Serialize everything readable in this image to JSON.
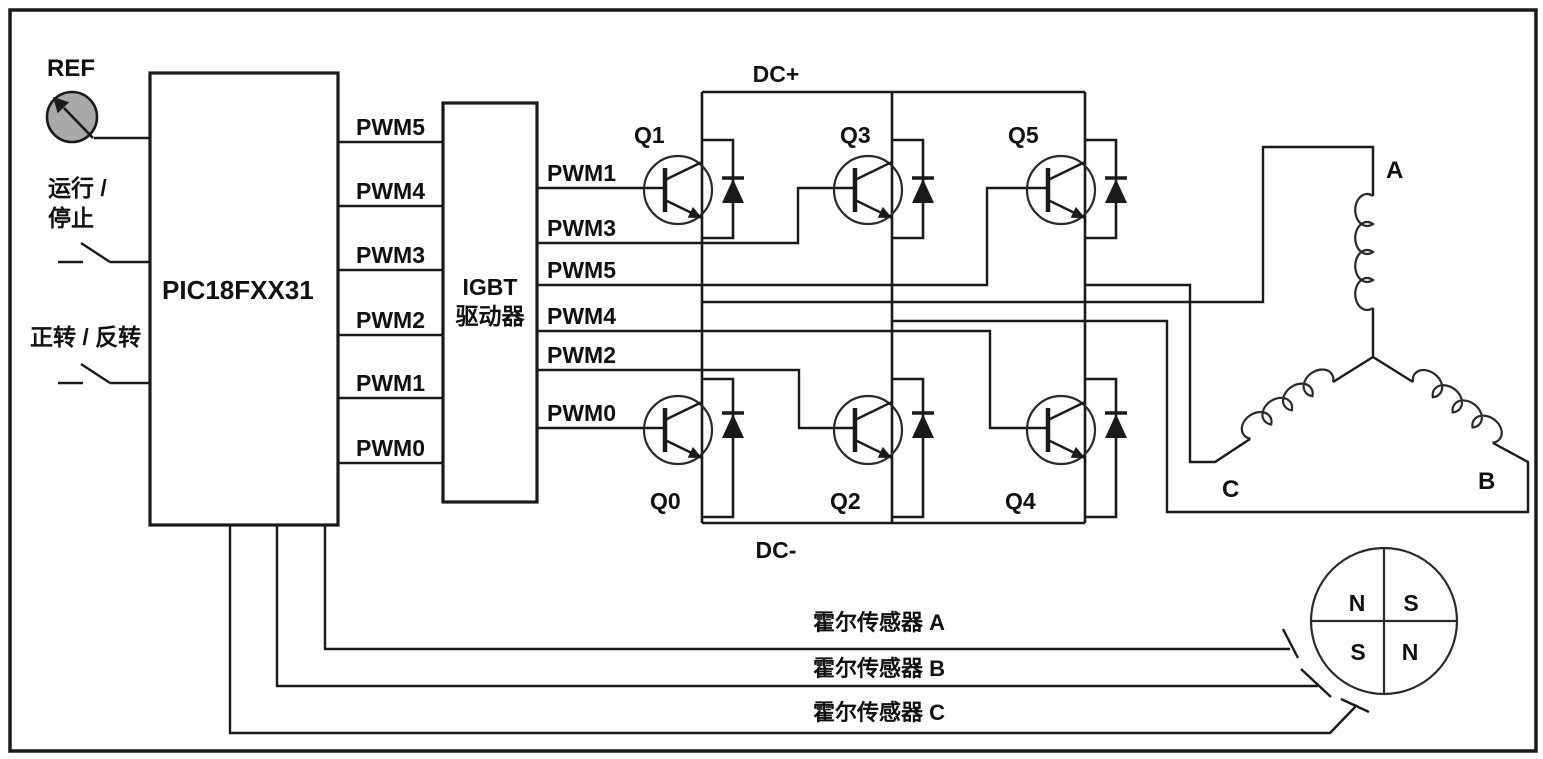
{
  "controls": {
    "ref_label": "REF",
    "run_stop_line1": "运行 /",
    "run_stop_line2": "停止",
    "fwd_rev_label": "正转 / 反转"
  },
  "controller": {
    "label": "PIC18FXX31"
  },
  "driver": {
    "label_line1": "IGBT",
    "label_line2": "驱动器"
  },
  "pwm_left": [
    "PWM5",
    "PWM4",
    "PWM3",
    "PWM2",
    "PWM1",
    "PWM0"
  ],
  "pwm_right": [
    "PWM1",
    "PWM3",
    "PWM5",
    "PWM4",
    "PWM2",
    "PWM0"
  ],
  "bus": {
    "dc_plus": "DC+",
    "dc_minus": "DC-"
  },
  "transistors": {
    "top": [
      "Q1",
      "Q3",
      "Q5"
    ],
    "bottom": [
      "Q0",
      "Q2",
      "Q4"
    ]
  },
  "motor": {
    "phase_a": "A",
    "phase_b": "B",
    "phase_c": "C"
  },
  "hall": {
    "sensor_a": "霍尔传感器 A",
    "sensor_b": "霍尔传感器 B",
    "sensor_c": "霍尔传感器 C",
    "disc_quadrants": [
      "N",
      "S",
      "S",
      "N"
    ]
  },
  "colors": {
    "line": "#1a1a1a",
    "pot_fill": "#a9a9a9",
    "background": "#ffffff"
  }
}
